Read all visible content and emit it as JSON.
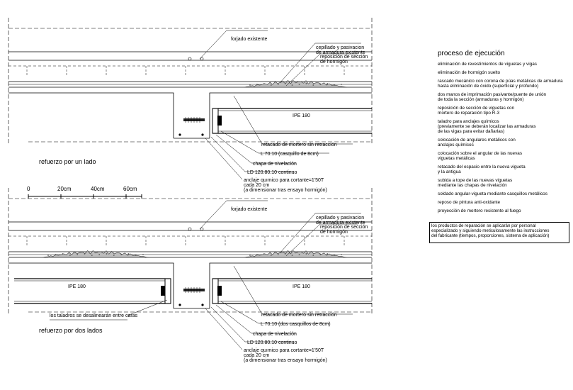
{
  "scale": {
    "ticks": [
      "0",
      "20cm",
      "40cm",
      "60cm"
    ]
  },
  "detail_one_side": {
    "title": "refuerzo por un lado",
    "labels": {
      "forjado": "forjado existente",
      "cepillado": "cepillado y pasivacion\nde armadura existente",
      "reposicion": "reposición de sección\nde hormigón",
      "ipe": "IPE 180",
      "retacado": "retacado de mortero sin retracción",
      "angular": "L 70.10 (casquillo de 8cm)",
      "chapa": "chapa de nivelación",
      "ld": "LD 120.80.10 continuo",
      "anclaje": "anclaje quımico para cortante=1'50T\ncada 20 cm\n(a dimensionar tras ensayo hormigón)"
    }
  },
  "detail_two_sides": {
    "title": "refuerzo por dos lados",
    "labels": {
      "forjado": "forjado existente",
      "cepillado": "cepillado y pasivacion\nde armadura existente",
      "reposicion": "reposición de sección\nde hormigón",
      "ipe_left": "IPE 180",
      "ipe_right": "IPE 180",
      "taladros": "los taladros se desalinearán entre caras",
      "retacado": "retacado de mortero sin retracción",
      "angular": "L 70.10 (dos casquillos de 8cm)",
      "chapa": "chapa de nivelación",
      "ld": "LD 120.80.10 continuo",
      "anclaje": "anclaje quımico para cortante=1'50T\ncada 20 cm\n(a dimensionar tras ensayo hormigón)"
    }
  },
  "process": {
    "title": "proceso de ejecución",
    "steps": [
      "eliminación de revestimientos de viguetas y vigas",
      "eliminación de hormigón suelto",
      "rascado mecánico con corona de púas metálicas de armadura\nhasta eliminación de óxido (superficial y profundo)",
      "dos manos de imprimación pasivante/puente de unión\nde toda la sección (armaduras y hormigón)",
      "reposición de sección de viguetas con\nmortero de reparación tipo R-3",
      "taladro para anclajes químicos\n(previamente se deberán localizar las armaduras\nde las vigas para evitar dañarlas)",
      "colocación de angulares metálicos con\nanclajes químicos",
      "colocación sobre el angular de las nuevas\nviguetas metálicas",
      "retacado del espacio entre la nueva vigueta\ny la antigua",
      "subida a tope de las nuevas viguetas\nmediante las chapas de nivelación",
      "soldado angular-vigueta mediante casquillos metálicos",
      "reposo de pintura anti-oxidante",
      "proyección de mortero resistente al fuego"
    ],
    "note": "los productos de reparación se aplicarán por personal\nespecializado y siguiendo meticulosamente las instrucciones\ndel fabricante (tiempos, proporciones, sistema de aplicación)"
  }
}
